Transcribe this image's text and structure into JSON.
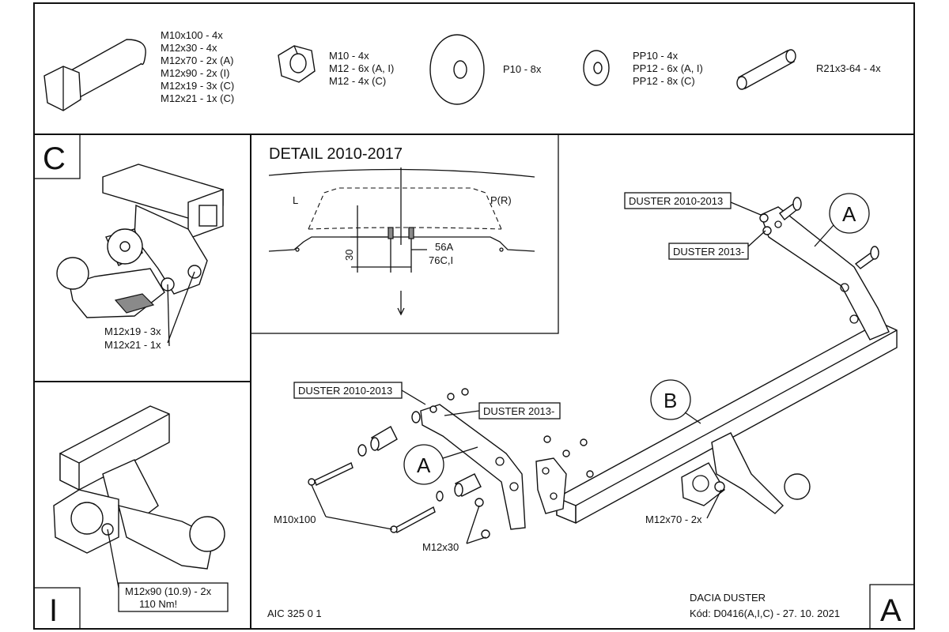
{
  "parts_list": {
    "bolt": [
      "M10x100 - 4x",
      "M12x30 - 4x",
      "M12x70 - 2x (A)",
      "M12x90 - 2x (I)",
      "M12x19 - 3x (C)",
      "M12x21 - 1x (C)"
    ],
    "nut": [
      "M10 - 4x",
      "M12 - 6x (A, I)",
      "M12 - 4x (C)"
    ],
    "washer_big": "P10 - 8x",
    "washer_small": [
      "PP10 - 4x",
      "PP12 - 6x (A, I)",
      "PP12 - 8x (C)"
    ],
    "spacer": "R21x3-64 - 4x"
  },
  "panel_c": {
    "letter": "C",
    "labels": [
      "M12x19 - 3x",
      "M12x21 - 1x"
    ]
  },
  "panel_i": {
    "letter": "I",
    "labels": [
      "M12x90 (10.9) - 2x",
      "110 Nm!"
    ]
  },
  "detail": {
    "title": "DETAIL  2010-2017",
    "left": "L",
    "right": "P(R)",
    "dim_30": "30",
    "dim_56": "56A",
    "dim_76": "76C,I"
  },
  "main": {
    "callout_a_top": "A",
    "callout_a_bottom": "A",
    "callout_b": "B",
    "duster_2010_top": "DUSTER 2010-2013",
    "duster_2013_top": "DUSTER 2013-",
    "duster_2010_left": "DUSTER 2010-2013",
    "duster_2013_left": "DUSTER 2013-",
    "m10x100": "M10x100",
    "m12x30": "M12x30",
    "m12x70": "M12x70 - 2x"
  },
  "footer": {
    "drawing_no": "AIC 325 0 1",
    "model": "DACIA DUSTER",
    "code": "Kód: D0416(A,I,C) - 27. 10. 2021",
    "variant": "A"
  }
}
